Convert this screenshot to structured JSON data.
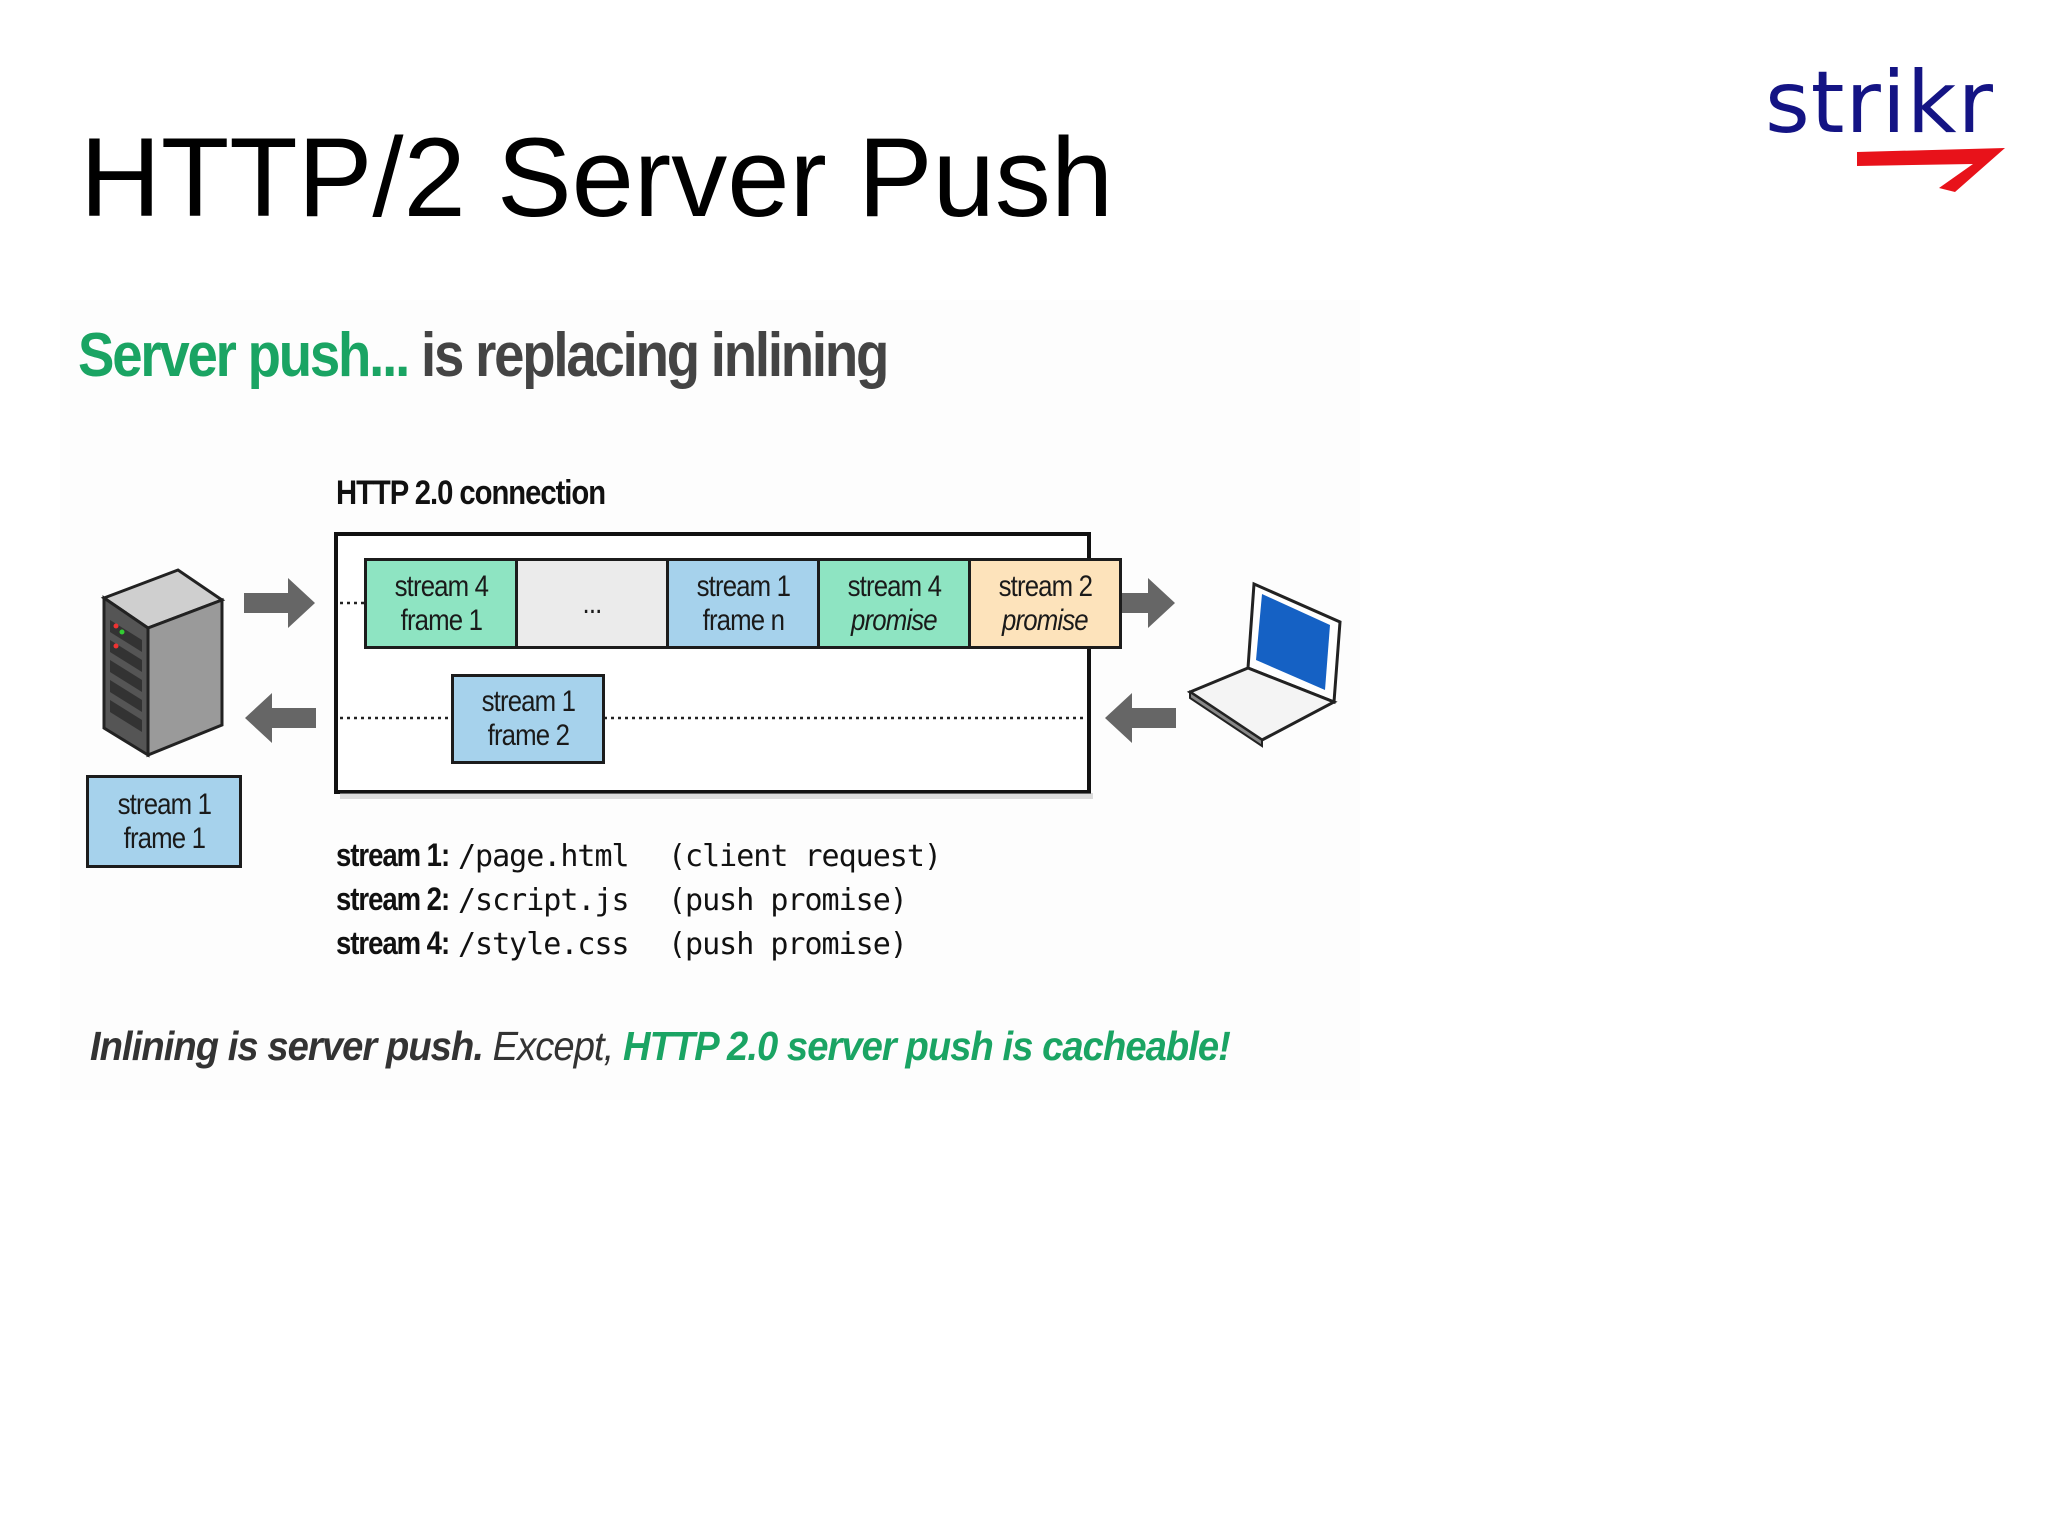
{
  "slide": {
    "title": "HTTP/2 Server Push",
    "logo": {
      "text": "strikr",
      "text_color": "#141484",
      "mark_color": "#e8121a"
    }
  },
  "figure": {
    "headline": {
      "green": "Server push...",
      "rest": " is replacing inlining"
    },
    "connection_label": "HTTP 2.0 connection",
    "outgoing_frames": [
      {
        "line1": "stream 4",
        "line2": "frame 1",
        "color": "#8ee4c2"
      },
      {
        "line1": "...",
        "line2": "",
        "color": "#ebebeb"
      },
      {
        "line1": "stream 1",
        "line2": "frame n",
        "color": "#a6d2ec"
      },
      {
        "line1": "stream 4",
        "line2": "promise",
        "color": "#8ee4c2"
      },
      {
        "line1": "stream 2",
        "line2": "promise",
        "color": "#fde3bb"
      }
    ],
    "incoming_frame": {
      "line1": "stream 1",
      "line2": "frame 2"
    },
    "server_frame": {
      "line1": "stream 1",
      "line2": "frame 1"
    },
    "legend": [
      {
        "label": "stream 1:",
        "path": "/page.html",
        "note": "(client request)"
      },
      {
        "label": "stream 2:",
        "path": "/script.js",
        "note": "(push promise)"
      },
      {
        "label": "stream 4:",
        "path": "/style.css",
        "note": "(push promise)"
      }
    ],
    "caption": {
      "bold": "Inlining is server push.",
      "normal": " Except, ",
      "green": "HTTP 2.0 server push is cacheable!"
    },
    "icons": [
      "server-icon",
      "laptop-icon",
      "arrow-right-icon",
      "arrow-left-icon"
    ],
    "accent_green": "#1aa463"
  }
}
